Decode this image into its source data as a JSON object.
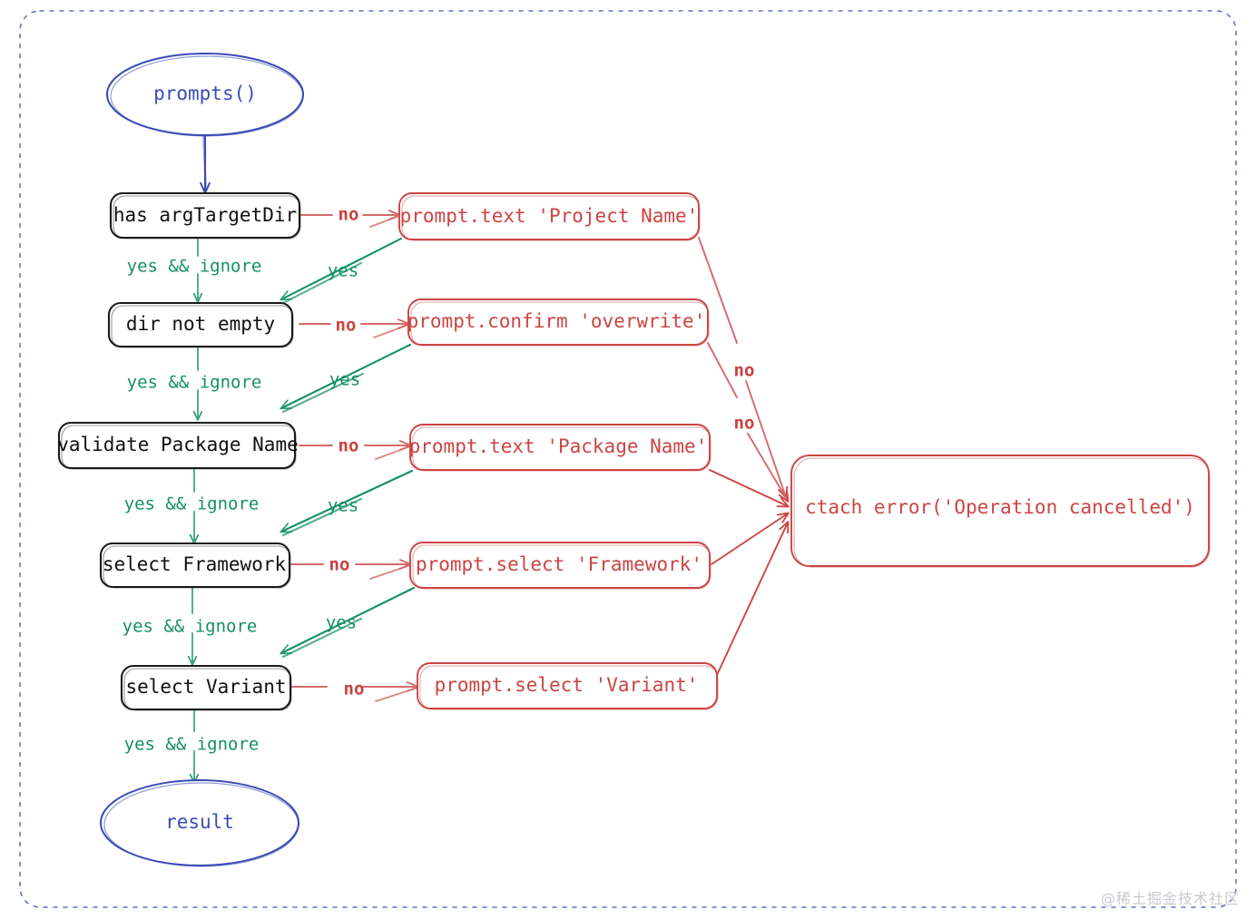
{
  "diagram": {
    "type": "flowchart",
    "title": "prompts() flow",
    "watermark": "@稀土掘金技术社区",
    "colors": {
      "terminal": "#3b4bb5",
      "decision": "#111111",
      "action": "#cc4444",
      "yes_edge": "#148f68",
      "no_edge": "#cc4444",
      "frame": "#4455bb"
    },
    "nodes": {
      "start": {
        "id": "start",
        "label": "prompts()",
        "shape": "ellipse",
        "kind": "terminal"
      },
      "end": {
        "id": "end",
        "label": "result",
        "shape": "ellipse",
        "kind": "terminal"
      },
      "decisions": [
        {
          "id": "d1",
          "label": "has argTargetDir",
          "shape": "rounded-rect",
          "kind": "decision"
        },
        {
          "id": "d2",
          "label": "dir not empty",
          "shape": "rounded-rect",
          "kind": "decision"
        },
        {
          "id": "d3",
          "label": "validate Package Name",
          "shape": "rounded-rect",
          "kind": "decision"
        },
        {
          "id": "d4",
          "label": "select Framework",
          "shape": "rounded-rect",
          "kind": "decision"
        },
        {
          "id": "d5",
          "label": "select Variant",
          "shape": "rounded-rect",
          "kind": "decision"
        }
      ],
      "actions": [
        {
          "id": "a1",
          "label": "prompt.text 'Project Name'",
          "shape": "rounded-rect",
          "kind": "action"
        },
        {
          "id": "a2",
          "label": "prompt.confirm 'overwrite'",
          "shape": "rounded-rect",
          "kind": "action"
        },
        {
          "id": "a3",
          "label": "prompt.text 'Package Name'",
          "shape": "rounded-rect",
          "kind": "action"
        },
        {
          "id": "a4",
          "label": "prompt.select 'Framework'",
          "shape": "rounded-rect",
          "kind": "action"
        },
        {
          "id": "a5",
          "label": "prompt.select 'Variant'",
          "shape": "rounded-rect",
          "kind": "action"
        }
      ],
      "catch": {
        "id": "catch",
        "label": "ctach error('Operation cancelled')",
        "shape": "rounded-rect",
        "kind": "action"
      }
    },
    "edge_labels": {
      "yes_and_ignore": "yes && ignore",
      "yes": "yes",
      "no": "no"
    },
    "edges": [
      {
        "from": "start",
        "to": "d1",
        "label": "",
        "color": "#3b4bb5"
      },
      {
        "from": "d1",
        "to": "a1",
        "label": "no",
        "color": "#cc4444"
      },
      {
        "from": "a1",
        "to": "d2",
        "label": "yes",
        "color": "#148f68"
      },
      {
        "from": "d1",
        "to": "d2",
        "label": "yes && ignore",
        "color": "#148f68"
      },
      {
        "from": "d2",
        "to": "a2",
        "label": "no",
        "color": "#cc4444"
      },
      {
        "from": "a2",
        "to": "d3",
        "label": "yes",
        "color": "#148f68"
      },
      {
        "from": "d2",
        "to": "d3",
        "label": "yes && ignore",
        "color": "#148f68"
      },
      {
        "from": "d3",
        "to": "a3",
        "label": "no",
        "color": "#cc4444"
      },
      {
        "from": "a3",
        "to": "d4",
        "label": "yes",
        "color": "#148f68"
      },
      {
        "from": "d3",
        "to": "d4",
        "label": "yes && ignore",
        "color": "#148f68"
      },
      {
        "from": "d4",
        "to": "a4",
        "label": "no",
        "color": "#cc4444"
      },
      {
        "from": "a4",
        "to": "d5",
        "label": "yes",
        "color": "#148f68"
      },
      {
        "from": "d4",
        "to": "d5",
        "label": "yes && ignore",
        "color": "#148f68"
      },
      {
        "from": "d5",
        "to": "a5",
        "label": "no",
        "color": "#cc4444"
      },
      {
        "from": "d5",
        "to": "end",
        "label": "yes && ignore",
        "color": "#148f68"
      },
      {
        "from": "a1",
        "to": "catch",
        "label": "no",
        "color": "#cc4444"
      },
      {
        "from": "a2",
        "to": "catch",
        "label": "no",
        "color": "#cc4444"
      },
      {
        "from": "a3",
        "to": "catch",
        "label": "",
        "color": "#cc4444"
      },
      {
        "from": "a4",
        "to": "catch",
        "label": "",
        "color": "#cc4444"
      },
      {
        "from": "a5",
        "to": "catch",
        "label": "",
        "color": "#cc4444"
      }
    ]
  }
}
